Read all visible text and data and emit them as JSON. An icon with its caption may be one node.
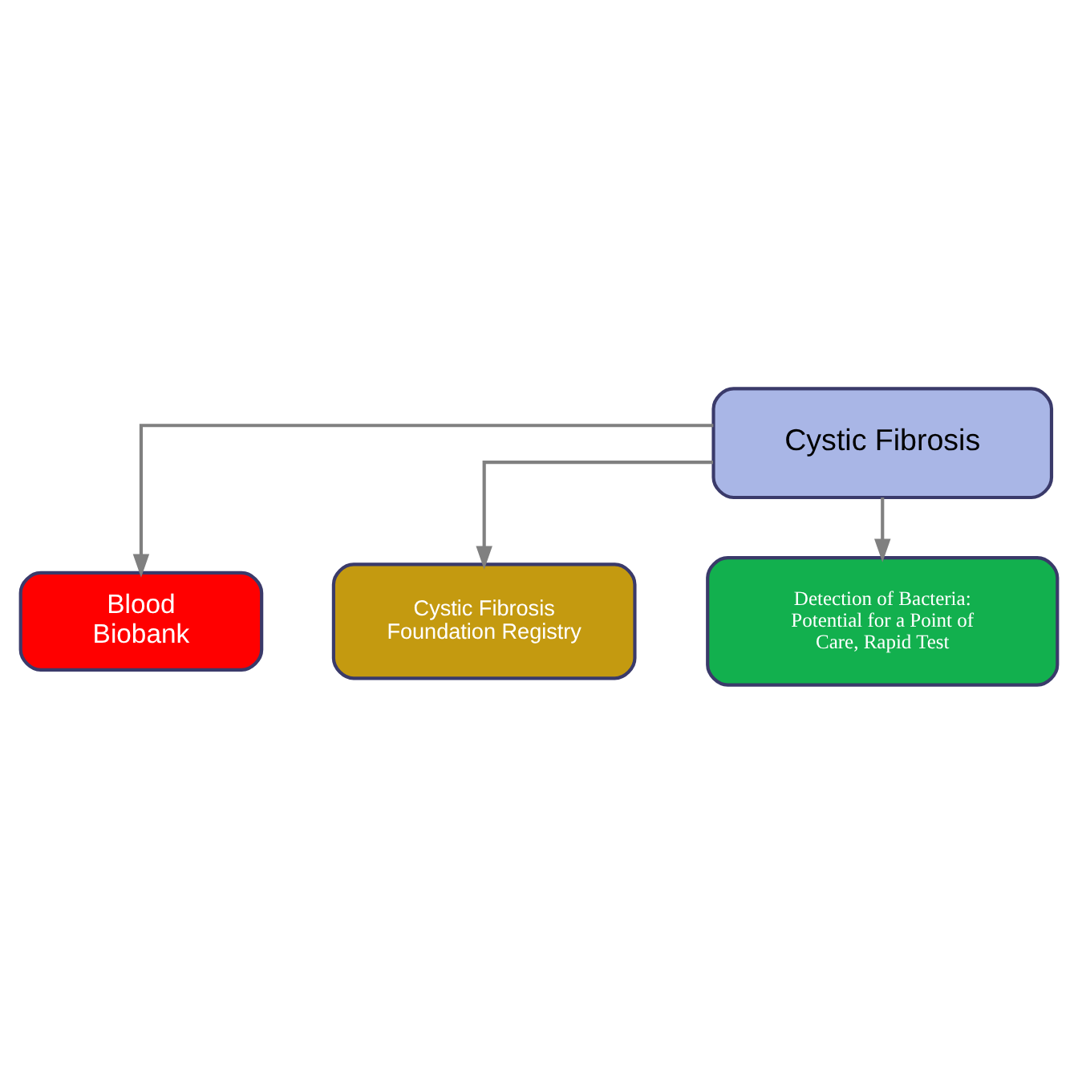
{
  "diagram": {
    "nodes": [
      {
        "text": [
          "Cystic Fibrosis"
        ]
      },
      {
        "text": [
          "Blood Biobank"
        ]
      },
      {
        "text": [
          "Cystic Fibrosis Foundation Registry"
        ]
      },
      {
        "text": [
          "Detection of Bacteria: Potential for a Point of Care, Rapid Test"
        ]
      }
    ],
    "edges": [
      {
        "from": 0,
        "to": 1,
        "arrow": "to"
      },
      {
        "from": 0,
        "to": 2,
        "arrow": "to"
      },
      {
        "from": 0,
        "to": 3,
        "arrow": "to"
      }
    ]
  }
}
